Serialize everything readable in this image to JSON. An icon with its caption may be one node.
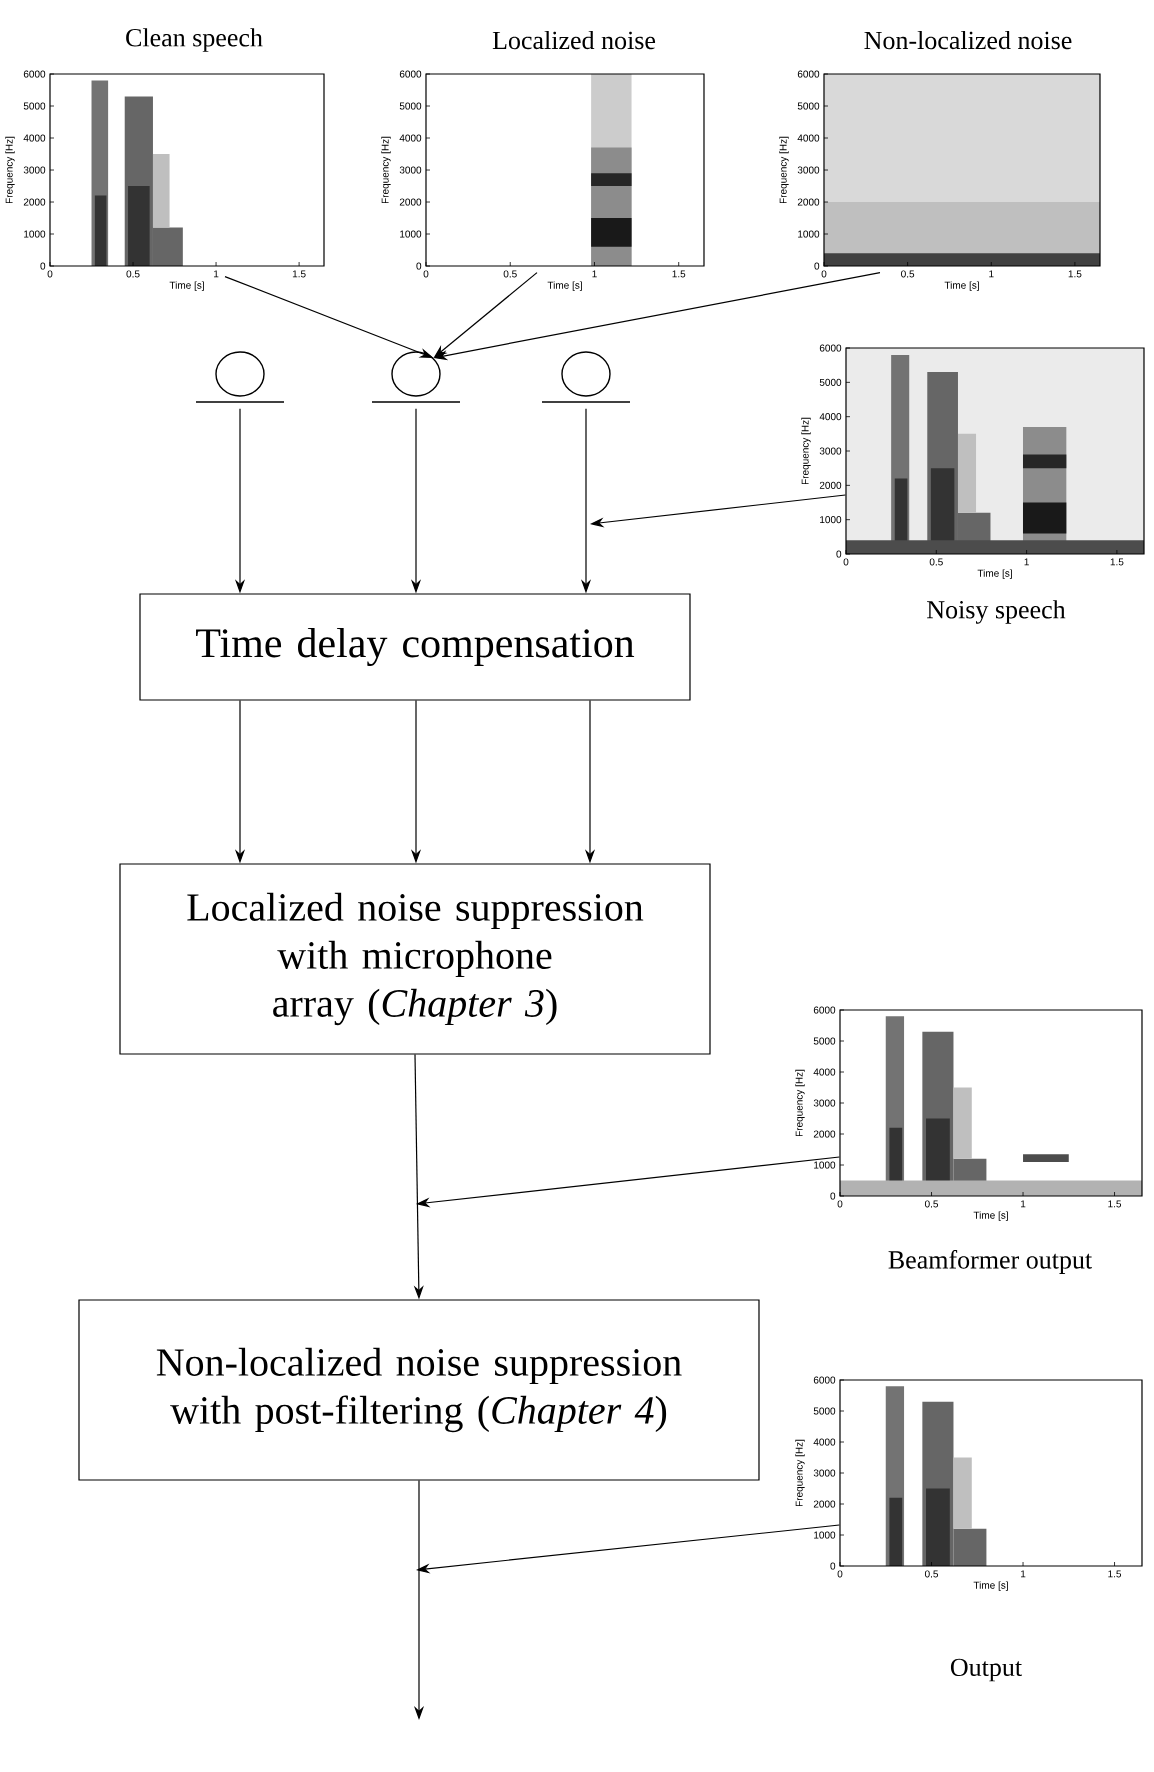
{
  "diagram": {
    "nodes": [
      {
        "text": [],
        "shape": "picture",
        "beside": [
          "Clean speech"
        ]
      },
      {
        "text": [],
        "shape": "picture",
        "beside": [
          "Localized noise"
        ]
      },
      {
        "text": [],
        "shape": "picture",
        "beside": [
          "Non-localized noise"
        ]
      },
      {
        "text": [],
        "shape": "circle"
      },
      {
        "text": [],
        "shape": "circle"
      },
      {
        "text": [],
        "shape": "circle"
      },
      {
        "text": [],
        "shape": "picture",
        "beside": [
          "Noisy speech"
        ]
      },
      {
        "text": [
          "Time delay compensation"
        ]
      },
      {
        "text": [
          "Localized noise suppression with microphone array (*Chapter 3*)"
        ]
      },
      {
        "text": [],
        "shape": "picture",
        "beside": [
          "Beamformer output"
        ]
      },
      {
        "text": [
          "Non-localized noise suppression with post-filtering (*Chapter 4*)"
        ]
      },
      {
        "text": [],
        "shape": "picture",
        "beside": [
          "Output"
        ]
      }
    ],
    "edges": [
      {
        "from": 0,
        "to": 4,
        "arrow": "to"
      },
      {
        "from": 1,
        "to": 4,
        "arrow": "to"
      },
      {
        "from": 2,
        "to": 4,
        "arrow": "to"
      },
      {
        "from": 3,
        "to": 7,
        "arrow": "to"
      },
      {
        "from": 4,
        "to": 7,
        "arrow": "to"
      },
      {
        "from": 5,
        "to": 7,
        "arrow": "to"
      },
      {
        "from": 6,
        "to": null,
        "arrow": "to"
      },
      {
        "from": 7,
        "to": 8,
        "arrow": "to"
      },
      {
        "from": 7,
        "to": 8,
        "arrow": "to"
      },
      {
        "from": 7,
        "to": 8,
        "arrow": "to"
      },
      {
        "from": 9,
        "to": null,
        "arrow": "to"
      },
      {
        "from": 8,
        "to": 10,
        "arrow": "to"
      },
      {
        "from": 11,
        "to": null,
        "arrow": "to"
      },
      {
        "from": 10,
        "to": null,
        "arrow": "to"
      }
    ],
    "labels": [
      "6000",
      "5000",
      "4000",
      "3000",
      "2000",
      "1000",
      "0",
      "Frequency [Hz]",
      "0",
      "0.5",
      "1",
      "1.5",
      "Time [s]",
      "6000",
      "5000",
      "4000",
      "3000",
      "2000",
      "1000",
      "0",
      "Frequency [Hz]",
      "0",
      "0.5",
      "1",
      "1.5",
      "Time [s]",
      "6000",
      "5000",
      "4000",
      "3000",
      "2000",
      "1000",
      "0",
      "Frequency [Hz]",
      "0",
      "0.5",
      "1",
      "1.5",
      "Time [s]",
      "6000",
      "5000",
      "4000",
      "3000",
      "2000",
      "1000",
      "0",
      "Frequency [Hz]",
      "0",
      "0.5",
      "1",
      "1.5",
      "Time [s]",
      "6000",
      "5000",
      "4000",
      "3000",
      "2000",
      "1000",
      "0",
      "Frequency [Hz]",
      "0",
      "0.5",
      "1",
      "1.5",
      "Time [s]",
      "6000",
      "5000",
      "4000",
      "3000",
      "2000",
      "1000",
      "0",
      "Frequency [Hz]",
      "0",
      "0.5",
      "1",
      "1.5",
      "Time [s]"
    ]
  }
}
